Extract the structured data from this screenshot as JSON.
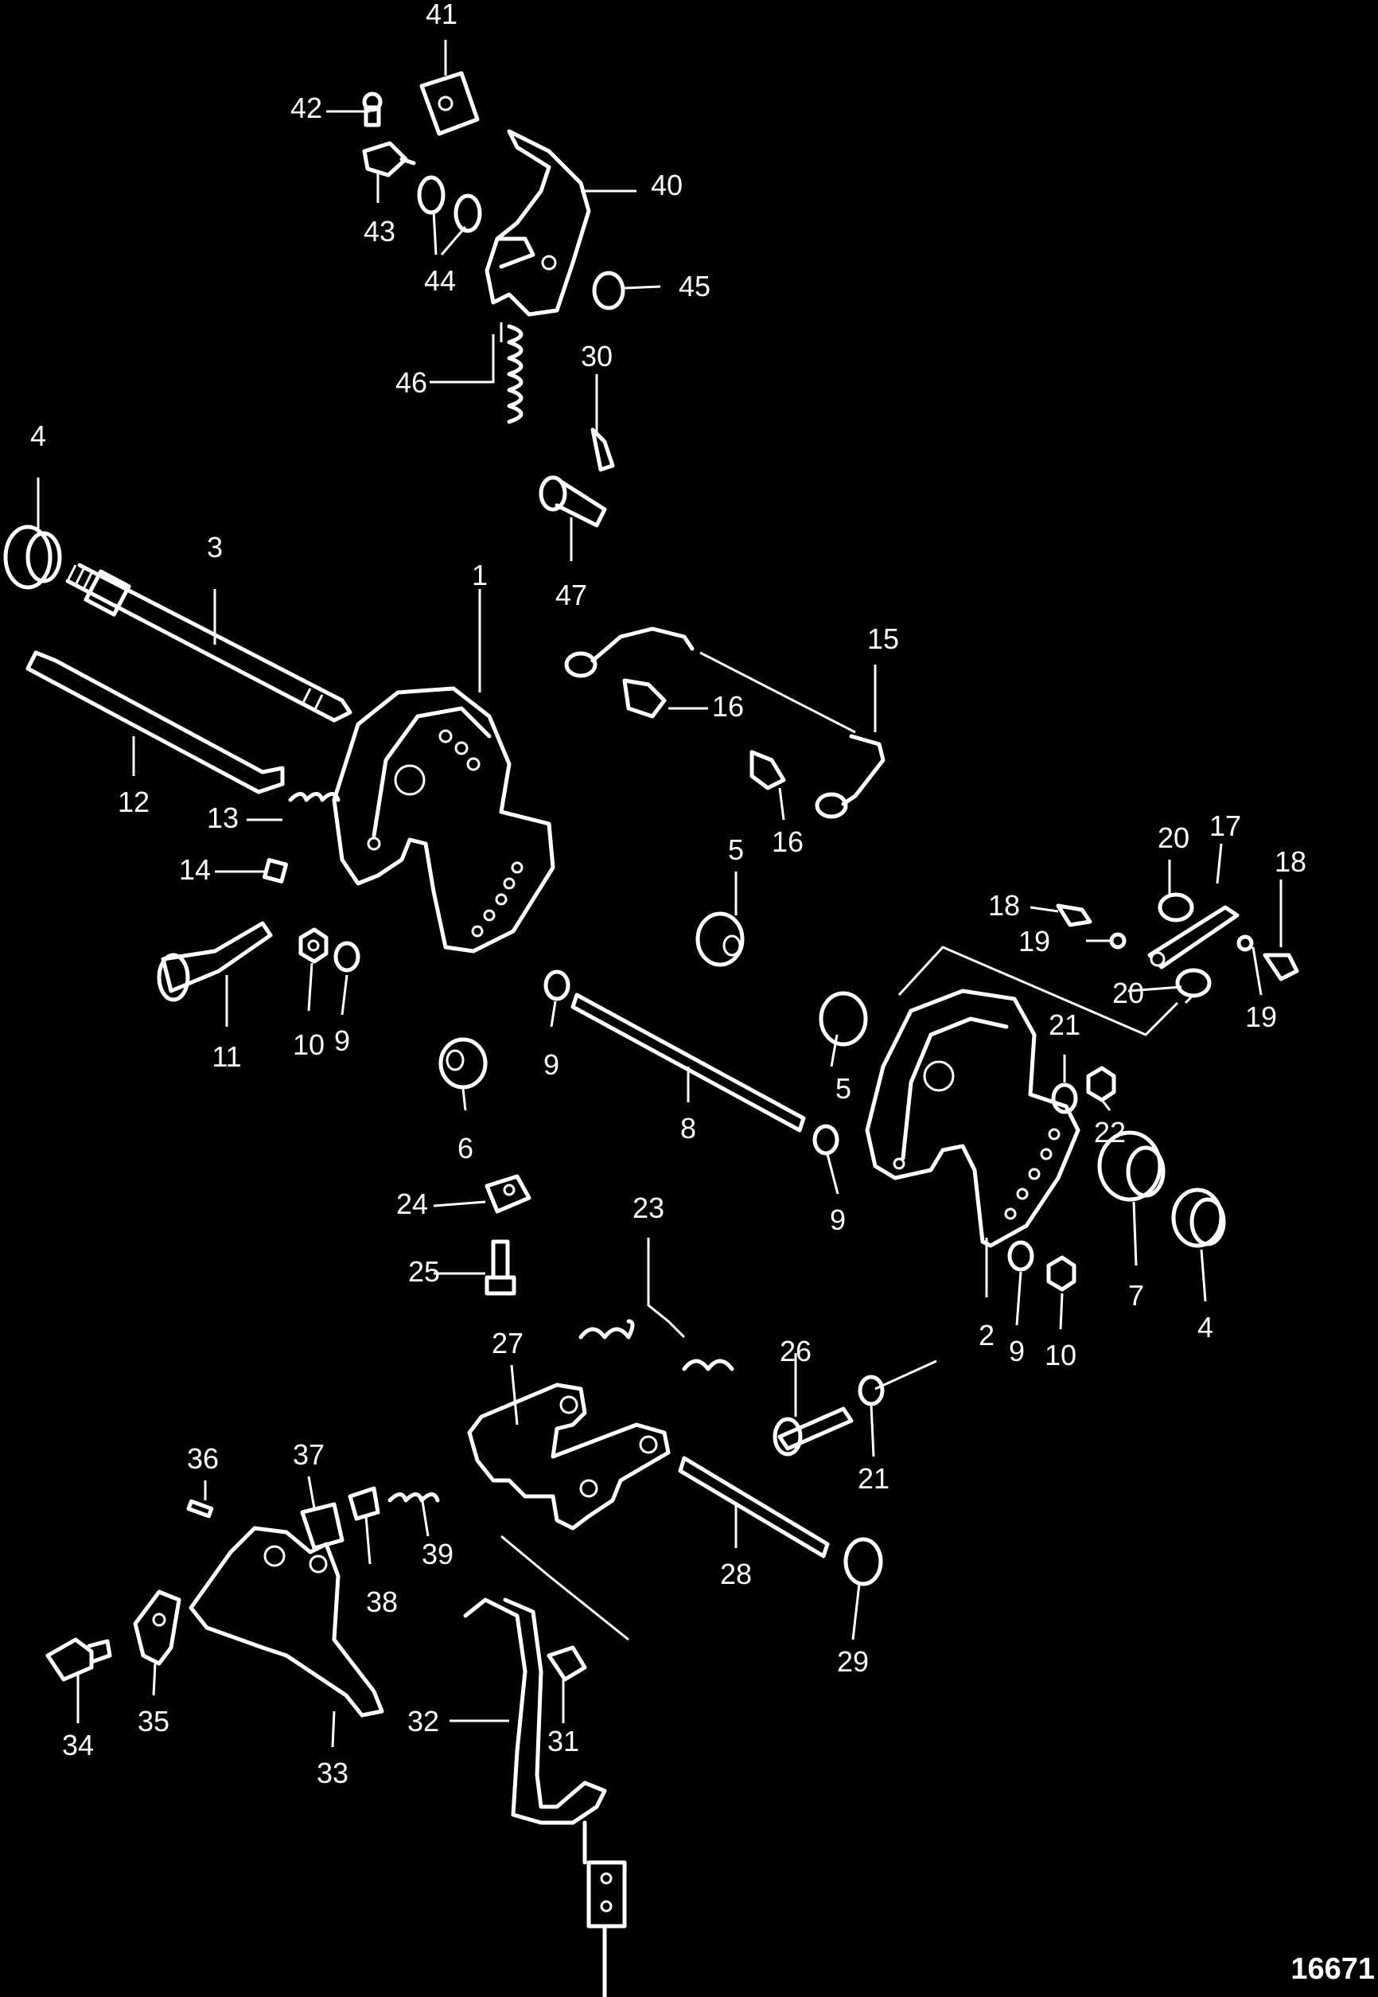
{
  "diagram": {
    "figure_number": "16671",
    "labels": [
      "1",
      "2",
      "3",
      "4",
      "4",
      "5",
      "5",
      "6",
      "7",
      "8",
      "9",
      "9",
      "9",
      "9",
      "10",
      "10",
      "11",
      "12",
      "13",
      "14",
      "15",
      "16",
      "16",
      "17",
      "18",
      "18",
      "19",
      "19",
      "20",
      "20",
      "21",
      "21",
      "22",
      "23",
      "24",
      "25",
      "26",
      "27",
      "28",
      "29",
      "30",
      "31",
      "32",
      "33",
      "34",
      "35",
      "36",
      "37",
      "38",
      "39",
      "40",
      "41",
      "42",
      "43",
      "44",
      "45",
      "46",
      "47"
    ]
  },
  "colors": {
    "background": "#000000",
    "line": "#ffffff"
  }
}
